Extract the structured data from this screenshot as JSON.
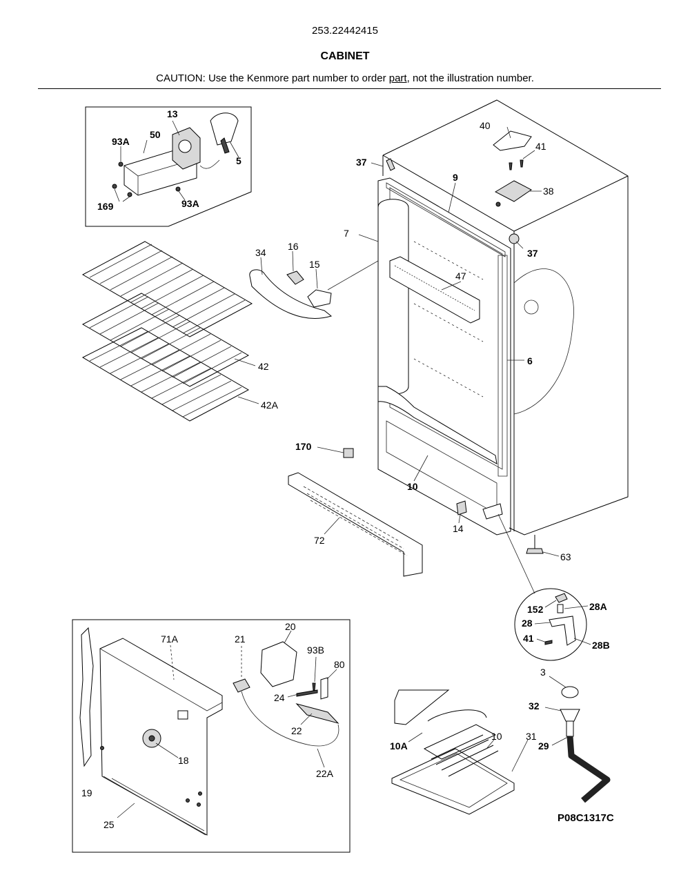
{
  "header": {
    "model_number": "253.22442415",
    "title": "CABINET",
    "caution_prefix": "CAUTION: Use the Kenmore part number to order ",
    "caution_underlined": "part",
    "caution_suffix": ", not the illustration number."
  },
  "diagram_code": "P08C1317C",
  "callouts": {
    "c13": "13",
    "c50": "50",
    "c93A_a": "93A",
    "c5": "5",
    "c169": "169",
    "c93A_b": "93A",
    "c40": "40",
    "c41_top": "41",
    "c38": "38",
    "c37_top": "37",
    "c37_right": "37",
    "c9": "9",
    "c7": "7",
    "c34": "34",
    "c16": "16",
    "c15": "15",
    "c47": "47",
    "c6": "6",
    "c42": "42",
    "c42A": "42A",
    "c170": "170",
    "c10_cab": "10",
    "c72": "72",
    "c14": "14",
    "c63": "63",
    "c152": "152",
    "c28A": "28A",
    "c28": "28",
    "c41_hinge": "41",
    "c28B": "28B",
    "c71A": "71A",
    "c21": "21",
    "c20": "20",
    "c93B": "93B",
    "c80": "80",
    "c24": "24",
    "c22": "22",
    "c18": "18",
    "c22A": "22A",
    "c19": "19",
    "c25": "25",
    "c3": "3",
    "c32": "32",
    "c29": "29",
    "c31": "31",
    "c10_coil": "10",
    "c10A": "10A"
  }
}
